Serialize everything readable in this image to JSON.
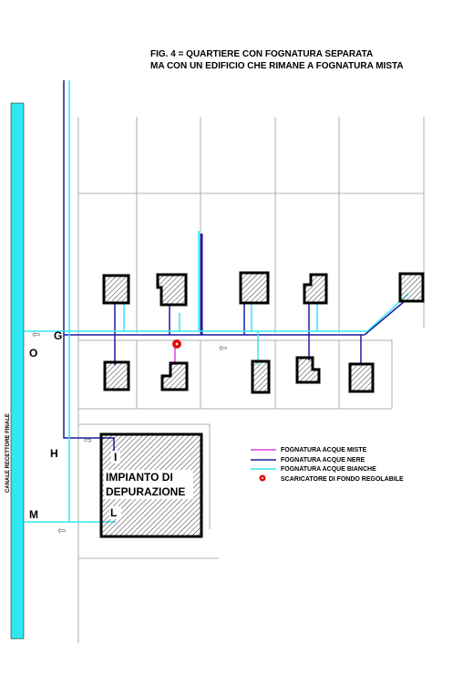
{
  "title": {
    "line1": "FIG. 4 = QUARTIERE CON FOGNATURA SEPARATA",
    "line2": "MA CON UN EDIFICIO CHE RIMANE A FOGNATURA MISTA"
  },
  "canal_label": "CANALE RECETTORE FINALE",
  "nodes": {
    "G": "G",
    "O": "O",
    "H": "H",
    "M": "M",
    "I": "I",
    "L": "L"
  },
  "plant": {
    "line1": "IMPIANTO DI",
    "line2": "DEPURAZIONE"
  },
  "legend": {
    "mixed": "FOGNATURA ACQUE MISTE",
    "black": "FOGNATURA ACQUE NERE",
    "white": "FOGNATURA ACQUE BIANCHE",
    "valve": "SCARICATORE DI FONDO REGOLABILE"
  },
  "arrow_glyph": "⇦",
  "arrow_right_glyph": "⇨",
  "colors": {
    "mixed": "#e040e0",
    "black": "#1a1aa0",
    "white": "#30e8f0",
    "canal": "#30e8f0",
    "valve": "#e01010",
    "grid": "#999999",
    "hatch": "#000000"
  }
}
